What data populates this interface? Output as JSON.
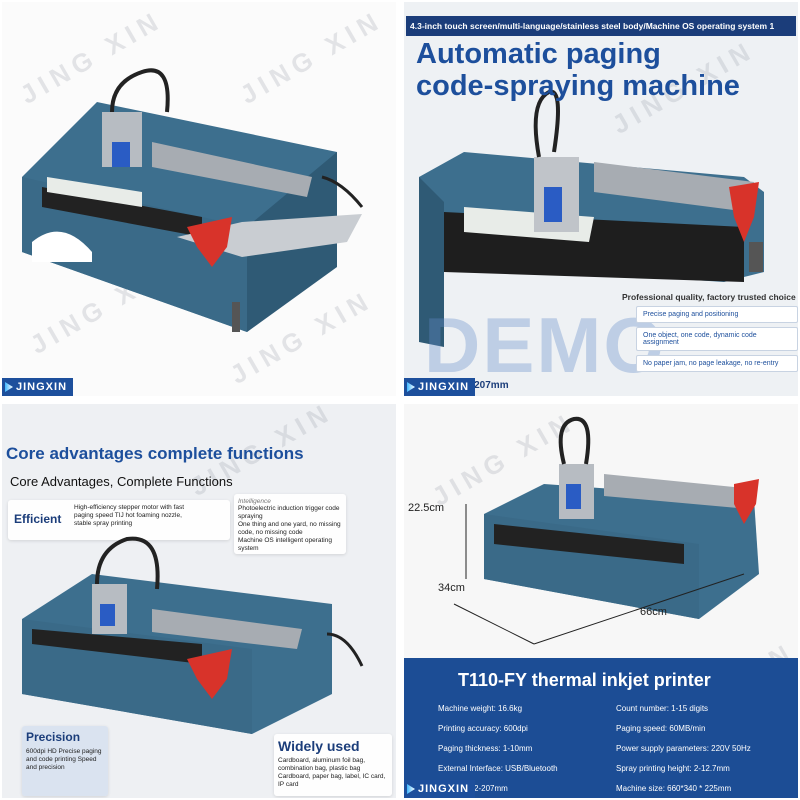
{
  "watermark": "JING XIN",
  "brand": "JINGXIN",
  "panel2": {
    "banner": "4.3-inch touch screen/multi-language/stainless steel body/Machine OS operating system 1",
    "title_line1": "Automatic paging",
    "title_line2": "code-spraying machine",
    "demo_text": "DEMO",
    "box_heading": "Professional quality, factory trusted choice",
    "box_items": [
      "Precise paging and positioning",
      "One object, one code, dynamic code assignment",
      "No paper jam, no page leakage, no re-entry"
    ],
    "size_text": "e: 82-207mm"
  },
  "panel3": {
    "title": "Core advantages complete functions",
    "subtitle": "Core Advantages, Complete Functions",
    "efficient_label": "Efficient",
    "efficient_desc": "High-efficiency stepper motor with fast paging speed TIJ hot foaming nozzle, stable spray printing",
    "intelligence_label": "Intelligence",
    "intelligence_desc1": "Photoelectric induction trigger code spraying",
    "intelligence_desc2": "One thing and one yard, no missing code, no missing code",
    "intelligence_desc3": "Machine OS intelligent operating system",
    "precision_label": "Precision",
    "precision_desc": "600dpi HD Precise paging and code printing Speed and precision",
    "widely_label": "Widely used",
    "widely_desc": "Cardboard, aluminum foil bag, combination bag, plastic bag Cardboard, paper bag, label, IC card, IP card"
  },
  "panel4": {
    "dim_height": "22.5cm",
    "dim_depth": "34cm",
    "dim_width": "66cm",
    "spec_title": "T110-FY thermal inkjet printer",
    "specs_left": [
      "Machine weight: 16.6kg",
      "Printing accuracy: 600dpi",
      "Paging thickness: 1-10mm",
      "External Interface: USB/Bluetooth",
      "ing size: 82-207mm"
    ],
    "specs_right": [
      "Count number: 1-15 digits",
      "Paging speed: 60MB/min",
      "Power supply parameters: 220V 50Hz",
      "Spray printing height: 2-12.7mm",
      "Machine size: 660*340 * 225mm"
    ]
  },
  "colors": {
    "brand_blue": "#1d4f9c",
    "machine_teal": "#3d6f8e",
    "accent_red": "#d8332a"
  }
}
